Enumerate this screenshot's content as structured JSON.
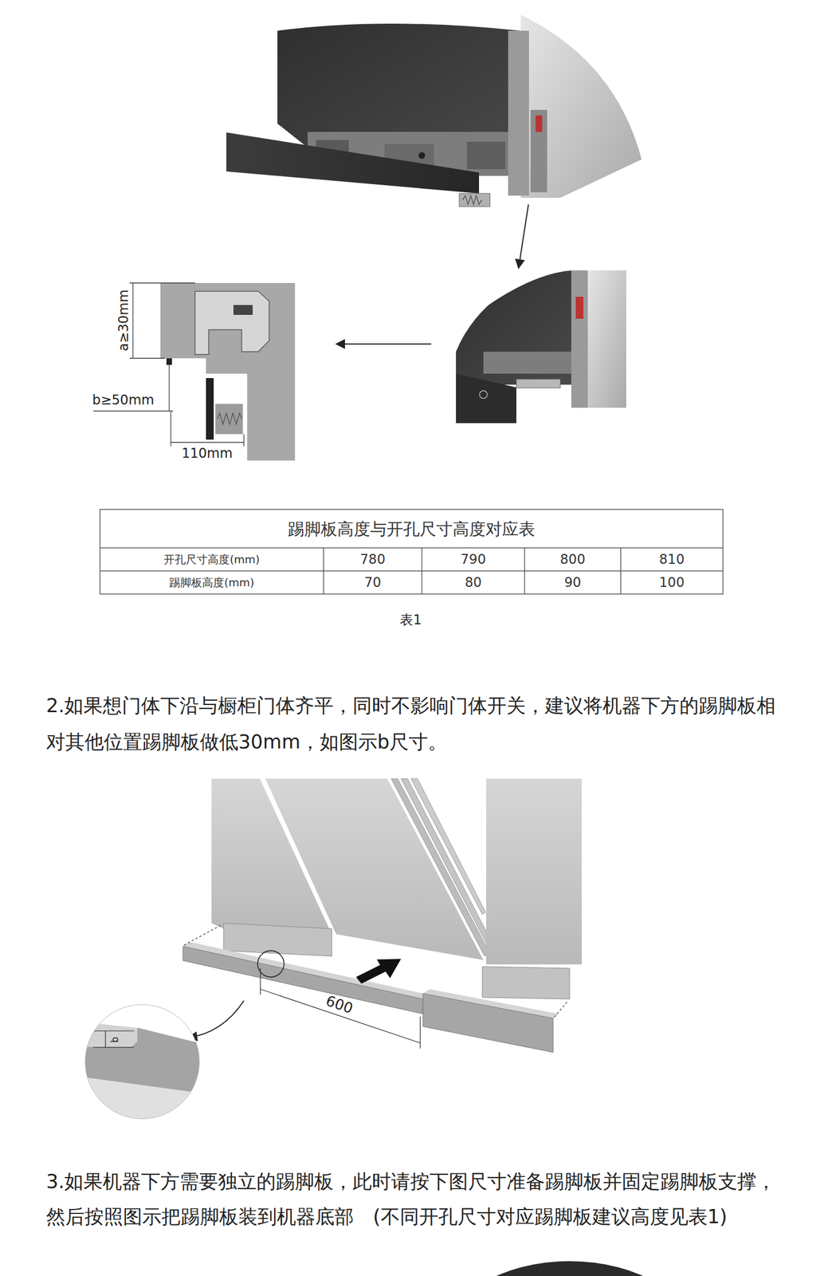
{
  "diagram": {
    "labels": [
      "a≥30mm",
      "b≥50mm",
      "110mm",
      "踢脚板高度与开孔尺寸高度对应表",
      "开孔尺寸高度(mm)",
      "780",
      "790",
      "800",
      "810",
      "踢脚板高度(mm)",
      "70",
      "80",
      "90",
      "100",
      "表1",
      "2.如果想门体下沿与橱柜门体齐平，同时不影响门体开关，建议将机器下方的踢脚板相对其他位置踢脚板做低30mm，如图示b尺寸。",
      "600",
      "b",
      "3.如果机器下方需要独立的踢脚板，此时请按下图尺寸准备踢脚板并固定踢脚板支撑，然后按照图示把踢脚板装到机器底部　(不同开孔尺寸对应踢脚板建议高度见表1)"
    ]
  }
}
